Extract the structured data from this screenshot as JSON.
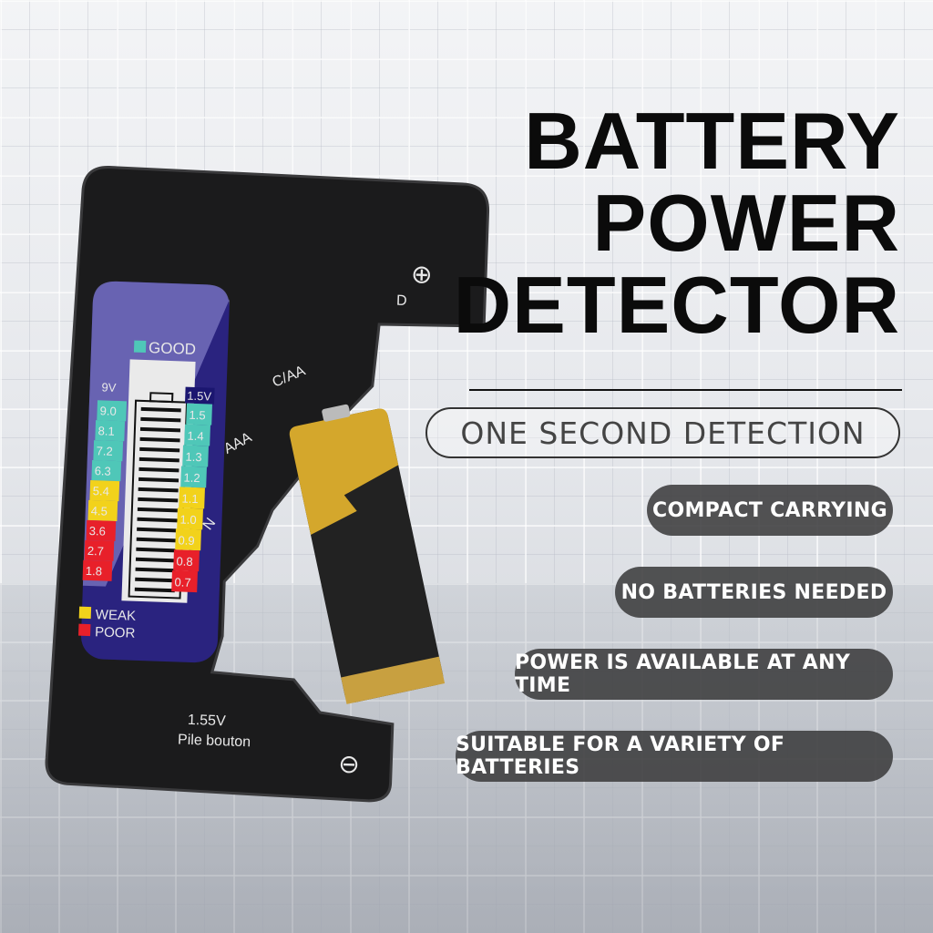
{
  "headline": {
    "lines": [
      "BATTERY",
      "POWER",
      "DETECTOR"
    ]
  },
  "subtitle": "ONE SECOND DETECTION",
  "features": [
    "COMPACT CARRYING",
    "NO BATTERIES NEEDED",
    "POWER IS AVAILABLE AT ANY TIME",
    "SUITABLE FOR A VARIETY OF BATTERIES"
  ],
  "device": {
    "slots": {
      "d": "D",
      "c_aa": "C/AA",
      "aaa": "AAA",
      "n": "N",
      "button": "1.55V",
      "button_sub": "Pile bouton"
    },
    "plus": "⊕",
    "minus": "⊖",
    "meter": {
      "good": "GOOD",
      "weak": "WEAK",
      "poor": "POOR",
      "left_header": "9V",
      "right_header": "1.5V",
      "left_scale": [
        "9.0",
        "8.1",
        "7.2",
        "6.3",
        "5.4",
        "4.5",
        "3.6",
        "2.7",
        "1.8"
      ],
      "right_scale": [
        "1.5",
        "1.4",
        "1.3",
        "1.2",
        "1.1",
        "1.0",
        "0.9",
        "0.8",
        "0.7"
      ]
    }
  },
  "colors": {
    "good": "#4fc7b8",
    "weak": "#f2d21b",
    "poor": "#e8202a",
    "panel": "#2a237f",
    "panel_light": "#6f6ab8"
  }
}
